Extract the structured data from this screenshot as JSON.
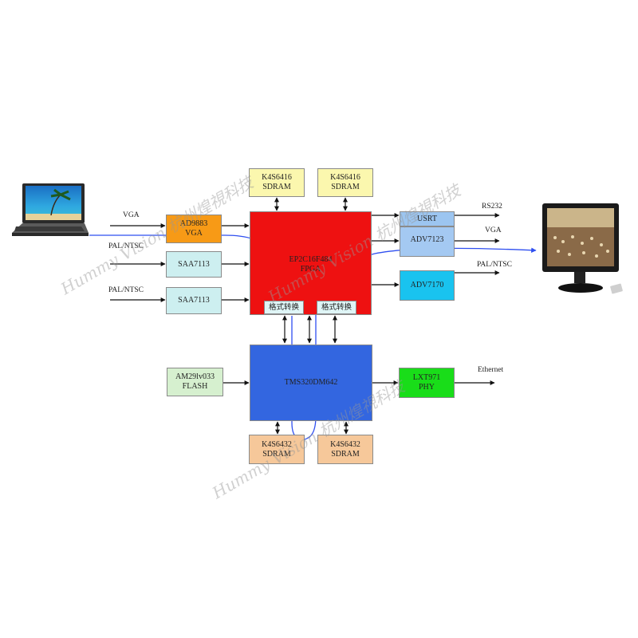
{
  "colors": {
    "fpga": "#ee1111",
    "dsp": "#3366e0",
    "sdram_top": "#fbf7ae",
    "sdram_bottom": "#f6c89a",
    "ad9883": "#f79a16",
    "saa": "#cdeff0",
    "usrt": "#9cc5f0",
    "adv7123": "#a4c9f2",
    "adv7170": "#19c3ef",
    "phy": "#19dd19",
    "flash": "#d6f0cf",
    "convert": "#dff5f6",
    "wire": "#111111",
    "signal_path": "#2f4ff0"
  },
  "icons": {
    "laptop": "laptop-icon",
    "monitor": "monitor-icon"
  },
  "blocks": {
    "sdram_top_left": [
      "K4S6416",
      "SDRAM"
    ],
    "sdram_top_right": [
      "K4S6416",
      "SDRAM"
    ],
    "ad9883": [
      "AD9883",
      "VGA"
    ],
    "saa_1": [
      "SAA7113"
    ],
    "saa_2": [
      "SAA7113"
    ],
    "fpga": [
      "EP2C16F484",
      "FPGA"
    ],
    "convert_left": [
      "格式转换"
    ],
    "convert_right": [
      "格式转换"
    ],
    "usrt": [
      "USRT"
    ],
    "adv7123": [
      "ADV7123"
    ],
    "adv7170": [
      "ADV7170"
    ],
    "dsp": [
      "TMS320DM642"
    ],
    "flash": [
      "AM29lv033",
      "FLASH"
    ],
    "phy": [
      "LXT971",
      "PHY"
    ],
    "sdram_bottom_left": [
      "K4S6432",
      "SDRAM"
    ],
    "sdram_bottom_right": [
      "K4S6432",
      "SDRAM"
    ]
  },
  "io_labels": {
    "vga_in": "VGA",
    "pal_ntsc_in_1": "PAL/NTSC",
    "pal_ntsc_in_2": "PAL/NTSC",
    "rs232": "RS232",
    "vga_out": "VGA",
    "pal_ntsc_out": "PAL/NTSC",
    "ethernet": "Ethernet"
  },
  "watermarks": {
    "w1": "Hummy Vision 杭州煌視科技",
    "w2": "Hummy Vision 杭州煌視科技",
    "w3": "Hummy Vision 杭州煌視科技"
  }
}
